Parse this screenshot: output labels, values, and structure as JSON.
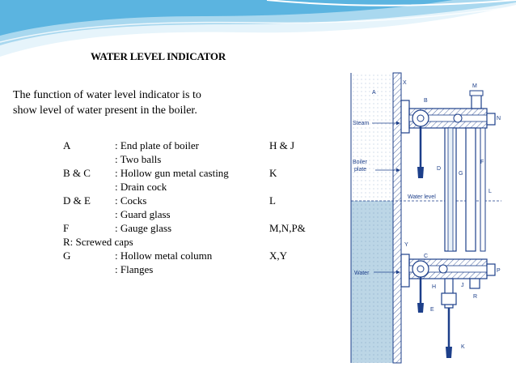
{
  "slide": {
    "title": "WATER LEVEL INDICATOR",
    "intro_line1": "The function of water level indicator is to",
    "intro_line2": "show level of water present in the boiler."
  },
  "legend": [
    {
      "letter": "A",
      "desc": ": End plate of boiler",
      "letter2": "H & J"
    },
    {
      "letter": "",
      "desc": ": Two balls",
      "letter2": ""
    },
    {
      "letter": "B & C",
      "desc": ": Hollow gun metal casting",
      "letter2": "K"
    },
    {
      "letter": "",
      "desc": ": Drain cock",
      "letter2": ""
    },
    {
      "letter": "D & E",
      "desc": ": Cocks",
      "letter2": "L"
    },
    {
      "letter": "",
      "desc": ": Guard glass",
      "letter2": ""
    },
    {
      "letter": "F",
      "desc": ": Gauge glass",
      "letter2": "M,N,P&"
    },
    {
      "letter": "R: Screwed caps",
      "desc": "",
      "letter2": ""
    },
    {
      "letter": "G",
      "desc": ": Hollow metal column",
      "letter2": "X,Y"
    },
    {
      "letter": "",
      "desc": ": Flanges",
      "letter2": ""
    }
  ],
  "figure": {
    "labels": {
      "A": "A",
      "X": "X",
      "B": "B",
      "M": "M",
      "N": "N",
      "steam": "Steam",
      "boiler_plate_1": "Boiler",
      "boiler_plate_2": "plate",
      "D": "D",
      "G": "G",
      "F": "F",
      "L": "L",
      "water_level": "Water level",
      "Y": "Y",
      "C": "C",
      "water": "Water",
      "P": "P",
      "H": "H",
      "J": "J",
      "R": "R",
      "E": "E",
      "K": "K"
    }
  },
  "colors": {
    "accent_blue": "#5bb4e0",
    "water": "#bcd6e6",
    "drawing_line": "#1d3f8a"
  }
}
